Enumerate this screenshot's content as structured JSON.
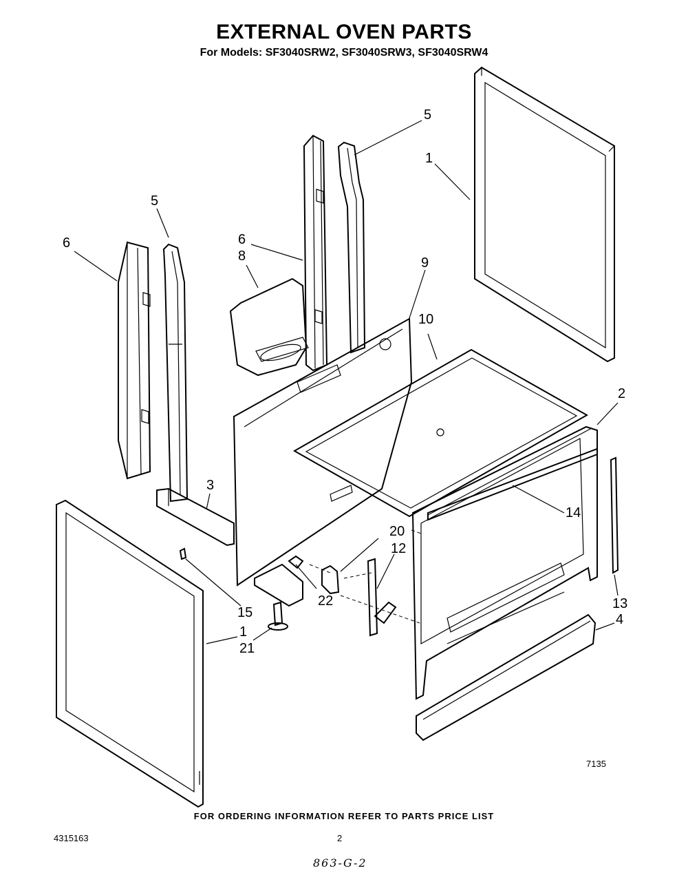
{
  "header": {
    "title": "EXTERNAL OVEN PARTS",
    "subtitle": "For Models: SF3040SRW2, SF3040SRW3, SF3040SRW4"
  },
  "callouts": [
    {
      "id": "c-5a",
      "label": "5"
    },
    {
      "id": "c-1a",
      "label": "1"
    },
    {
      "id": "c-5b",
      "label": "5"
    },
    {
      "id": "c-6a",
      "label": "6"
    },
    {
      "id": "c-6b",
      "label": "6"
    },
    {
      "id": "c-8",
      "label": "8"
    },
    {
      "id": "c-9",
      "label": "9"
    },
    {
      "id": "c-10",
      "label": "10"
    },
    {
      "id": "c-2",
      "label": "2"
    },
    {
      "id": "c-3",
      "label": "3"
    },
    {
      "id": "c-14",
      "label": "14"
    },
    {
      "id": "c-20",
      "label": "20"
    },
    {
      "id": "c-12",
      "label": "12"
    },
    {
      "id": "c-15",
      "label": "15"
    },
    {
      "id": "c-22",
      "label": "22"
    },
    {
      "id": "c-13",
      "label": "13"
    },
    {
      "id": "c-1b",
      "label": "1"
    },
    {
      "id": "c-4",
      "label": "4"
    },
    {
      "id": "c-21",
      "label": "21"
    }
  ],
  "figure_number": "7135",
  "footer": {
    "note": "FOR ORDERING INFORMATION REFER TO PARTS PRICE LIST",
    "part_number": "4315163",
    "page_number": "2",
    "handwritten": "863-G-2"
  }
}
